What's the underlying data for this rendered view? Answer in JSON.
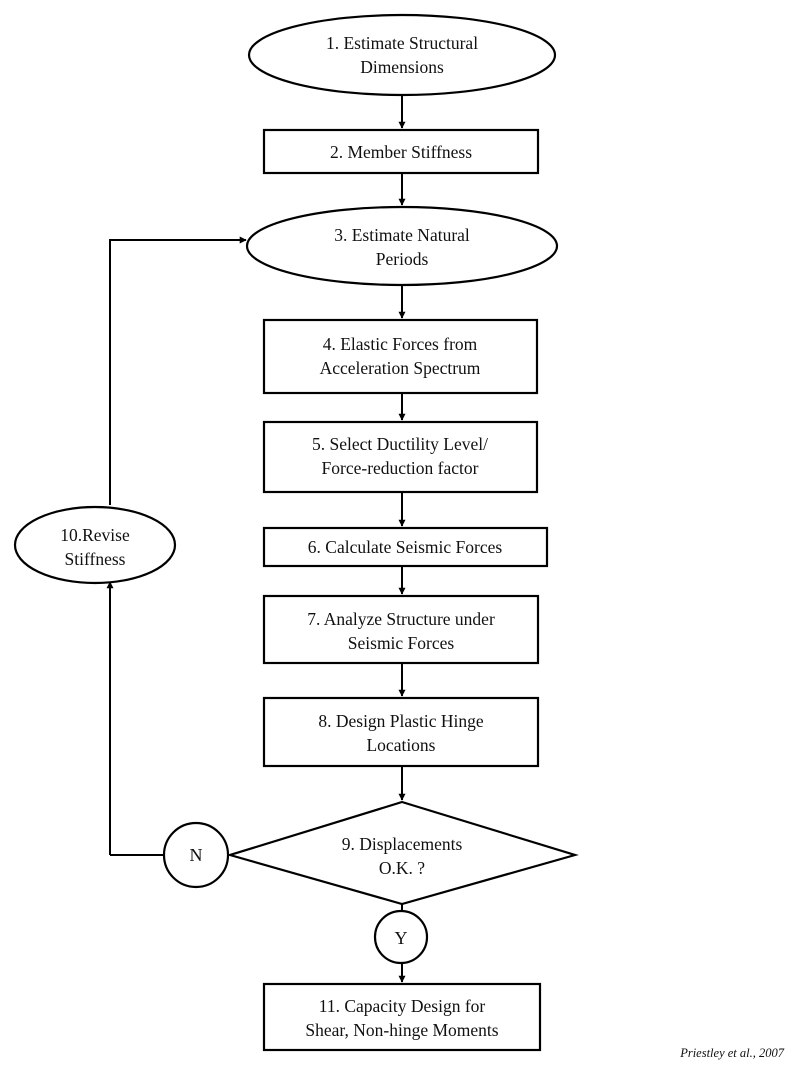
{
  "flowchart": {
    "nodes": [
      {
        "id": "n1",
        "shape": "ellipse",
        "lines": [
          "1. Estimate Structural",
          "Dimensions"
        ]
      },
      {
        "id": "n2",
        "shape": "rectangle",
        "lines": [
          "2. Member Stiffness"
        ]
      },
      {
        "id": "n3",
        "shape": "ellipse",
        "lines": [
          "3. Estimate Natural",
          "Periods"
        ]
      },
      {
        "id": "n4",
        "shape": "rectangle",
        "lines": [
          "4. Elastic Forces from",
          "Acceleration Spectrum"
        ]
      },
      {
        "id": "n5",
        "shape": "rectangle",
        "lines": [
          "5. Select Ductility Level/",
          "Force-reduction factor"
        ]
      },
      {
        "id": "n6",
        "shape": "rectangle",
        "lines": [
          "6. Calculate Seismic Forces"
        ]
      },
      {
        "id": "n7",
        "shape": "rectangle",
        "lines": [
          "7. Analyze Structure under",
          "Seismic Forces"
        ]
      },
      {
        "id": "n8",
        "shape": "rectangle",
        "lines": [
          "8. Design Plastic Hinge",
          "Locations"
        ]
      },
      {
        "id": "n9",
        "shape": "diamond",
        "lines": [
          "9. Displacements",
          "O.K. ?"
        ]
      },
      {
        "id": "n10",
        "shape": "ellipse",
        "lines": [
          "10.Revise",
          "Stiffness"
        ]
      },
      {
        "id": "n11",
        "shape": "rectangle",
        "lines": [
          "11. Capacity Design for",
          "Shear, Non-hinge Moments"
        ]
      }
    ],
    "branches": {
      "no": {
        "id": "no",
        "label": "N"
      },
      "yes": {
        "id": "yes",
        "label": "Y"
      }
    },
    "edges": [
      {
        "from": "n1",
        "to": "n2"
      },
      {
        "from": "n2",
        "to": "n3"
      },
      {
        "from": "n3",
        "to": "n4"
      },
      {
        "from": "n4",
        "to": "n5"
      },
      {
        "from": "n5",
        "to": "n6"
      },
      {
        "from": "n6",
        "to": "n7"
      },
      {
        "from": "n7",
        "to": "n8"
      },
      {
        "from": "n8",
        "to": "n9"
      },
      {
        "from": "n9",
        "to": "yes"
      },
      {
        "from": "yes",
        "to": "n11"
      },
      {
        "from": "n9",
        "to": "no"
      },
      {
        "from": "no",
        "to": "n10"
      },
      {
        "from": "n10",
        "to": "n3"
      }
    ]
  },
  "citation": "Priestley et al., 2007"
}
